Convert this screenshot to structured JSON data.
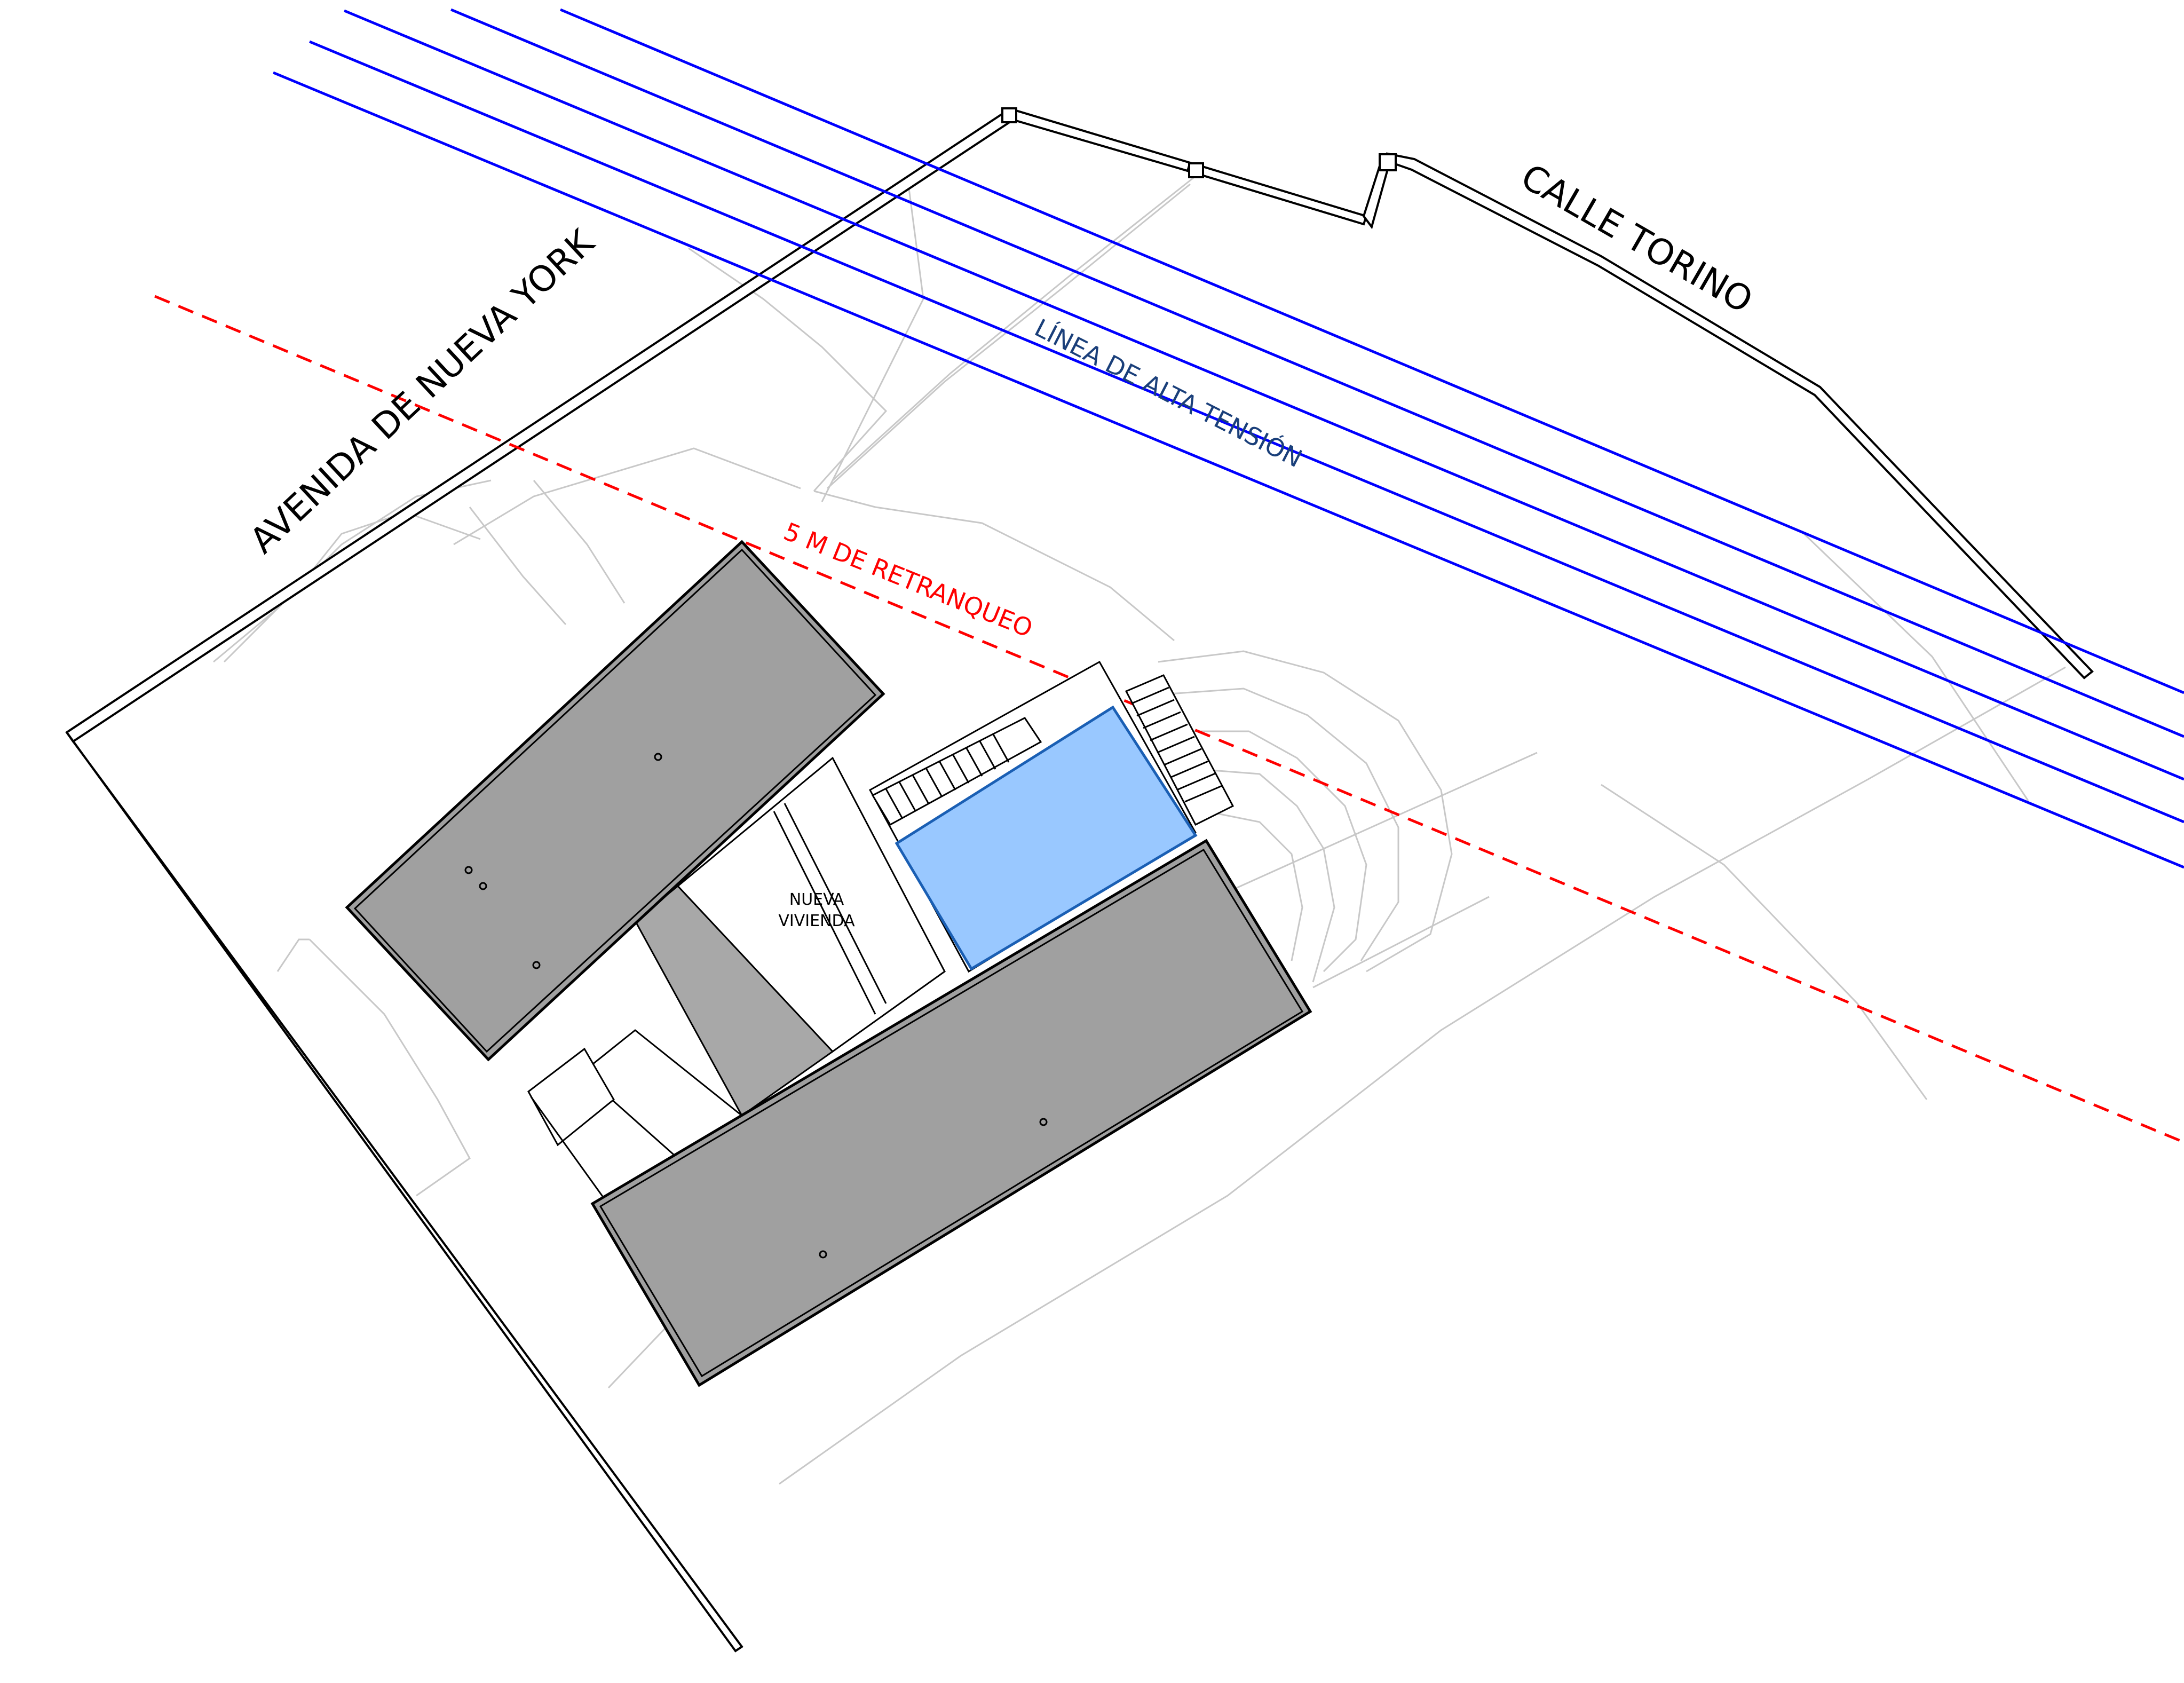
{
  "drawing": {
    "streets": {
      "avenue": "AVENIDA DE NUEVA YORK",
      "street": "CALLE TORINO"
    },
    "power_line": {
      "label": "LÍNEA DE ALTA TENSIÓN",
      "color": "#0000ff",
      "label_color": "#1a3f7a"
    },
    "setback": {
      "label": "5 M DE RETRANQUEO",
      "color": "#ff0000"
    },
    "house": {
      "label_line1": "NUEVA",
      "label_line2": "VIVIENDA",
      "roof_color": "#a0a0a0"
    },
    "pool": {
      "color": "#99c8ff"
    }
  }
}
